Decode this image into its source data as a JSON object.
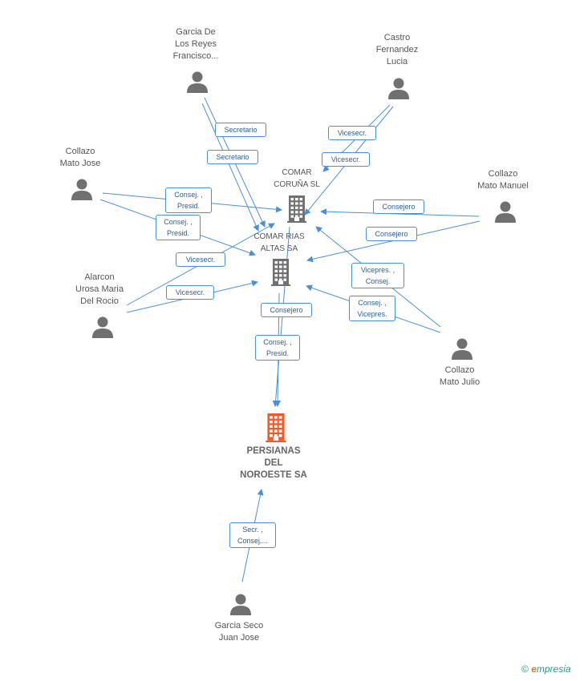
{
  "colors": {
    "edge": "#4a90d9",
    "person": "#707070",
    "company": "#707070",
    "main_company": "#f05a28",
    "label_border": "#4a90d9"
  },
  "nodes": {
    "garcia_de_los_reyes": {
      "label": [
        "Garcia De",
        "Los Reyes",
        "Francisco..."
      ],
      "icon": "person-icon"
    },
    "castro_fernandez": {
      "label": [
        "Castro",
        "Fernandez",
        "Lucia"
      ],
      "icon": "person-icon"
    },
    "collazo_mato_jose": {
      "label": [
        "Collazo",
        "Mato Jose"
      ],
      "icon": "person-icon"
    },
    "collazo_mato_manuel": {
      "label": [
        "Collazo",
        "Mato Manuel"
      ],
      "icon": "person-icon"
    },
    "alarcon_urosa": {
      "label": [
        "Alarcon",
        "Urosa Maria",
        "Del Rocio"
      ],
      "icon": "person-icon"
    },
    "collazo_mato_julio": {
      "label": [
        "Collazo",
        "Mato Julio"
      ],
      "icon": "person-icon"
    },
    "garcia_seco": {
      "label": [
        "Garcia Seco",
        "Juan Jose"
      ],
      "icon": "person-icon"
    },
    "comar_coruna": {
      "label": [
        "COMAR",
        "CORUÑA SL"
      ],
      "icon": "building-icon"
    },
    "comar_rias_altas": {
      "label": [
        "COMAR RIAS",
        "ALTAS SA"
      ],
      "icon": "building-icon"
    },
    "persianas": {
      "label": [
        "PERSIANAS",
        "DEL",
        "NOROESTE SA"
      ],
      "icon": "building-icon"
    }
  },
  "roles": [
    {
      "lines": [
        "Secretario"
      ]
    },
    {
      "lines": [
        "Secretario"
      ]
    },
    {
      "lines": [
        "Vicesecr."
      ]
    },
    {
      "lines": [
        "Vicesecr."
      ]
    },
    {
      "lines": [
        "Consej. ,",
        "Presid."
      ]
    },
    {
      "lines": [
        "Consej. ,",
        "Presid."
      ]
    },
    {
      "lines": [
        "Consejero"
      ]
    },
    {
      "lines": [
        "Consejero"
      ]
    },
    {
      "lines": [
        "Vicesecr."
      ]
    },
    {
      "lines": [
        "Vicesecr."
      ]
    },
    {
      "lines": [
        "Vicepres. ,",
        "Consej."
      ]
    },
    {
      "lines": [
        "Consej. ,",
        "Vicepres."
      ]
    },
    {
      "lines": [
        "Consejero"
      ]
    },
    {
      "lines": [
        "Consej. ,",
        "Presid."
      ]
    },
    {
      "lines": [
        "Secr. ,",
        "Consej...."
      ]
    }
  ],
  "brand": {
    "copyright": "©",
    "e": "e",
    "rest": "mpresia"
  }
}
